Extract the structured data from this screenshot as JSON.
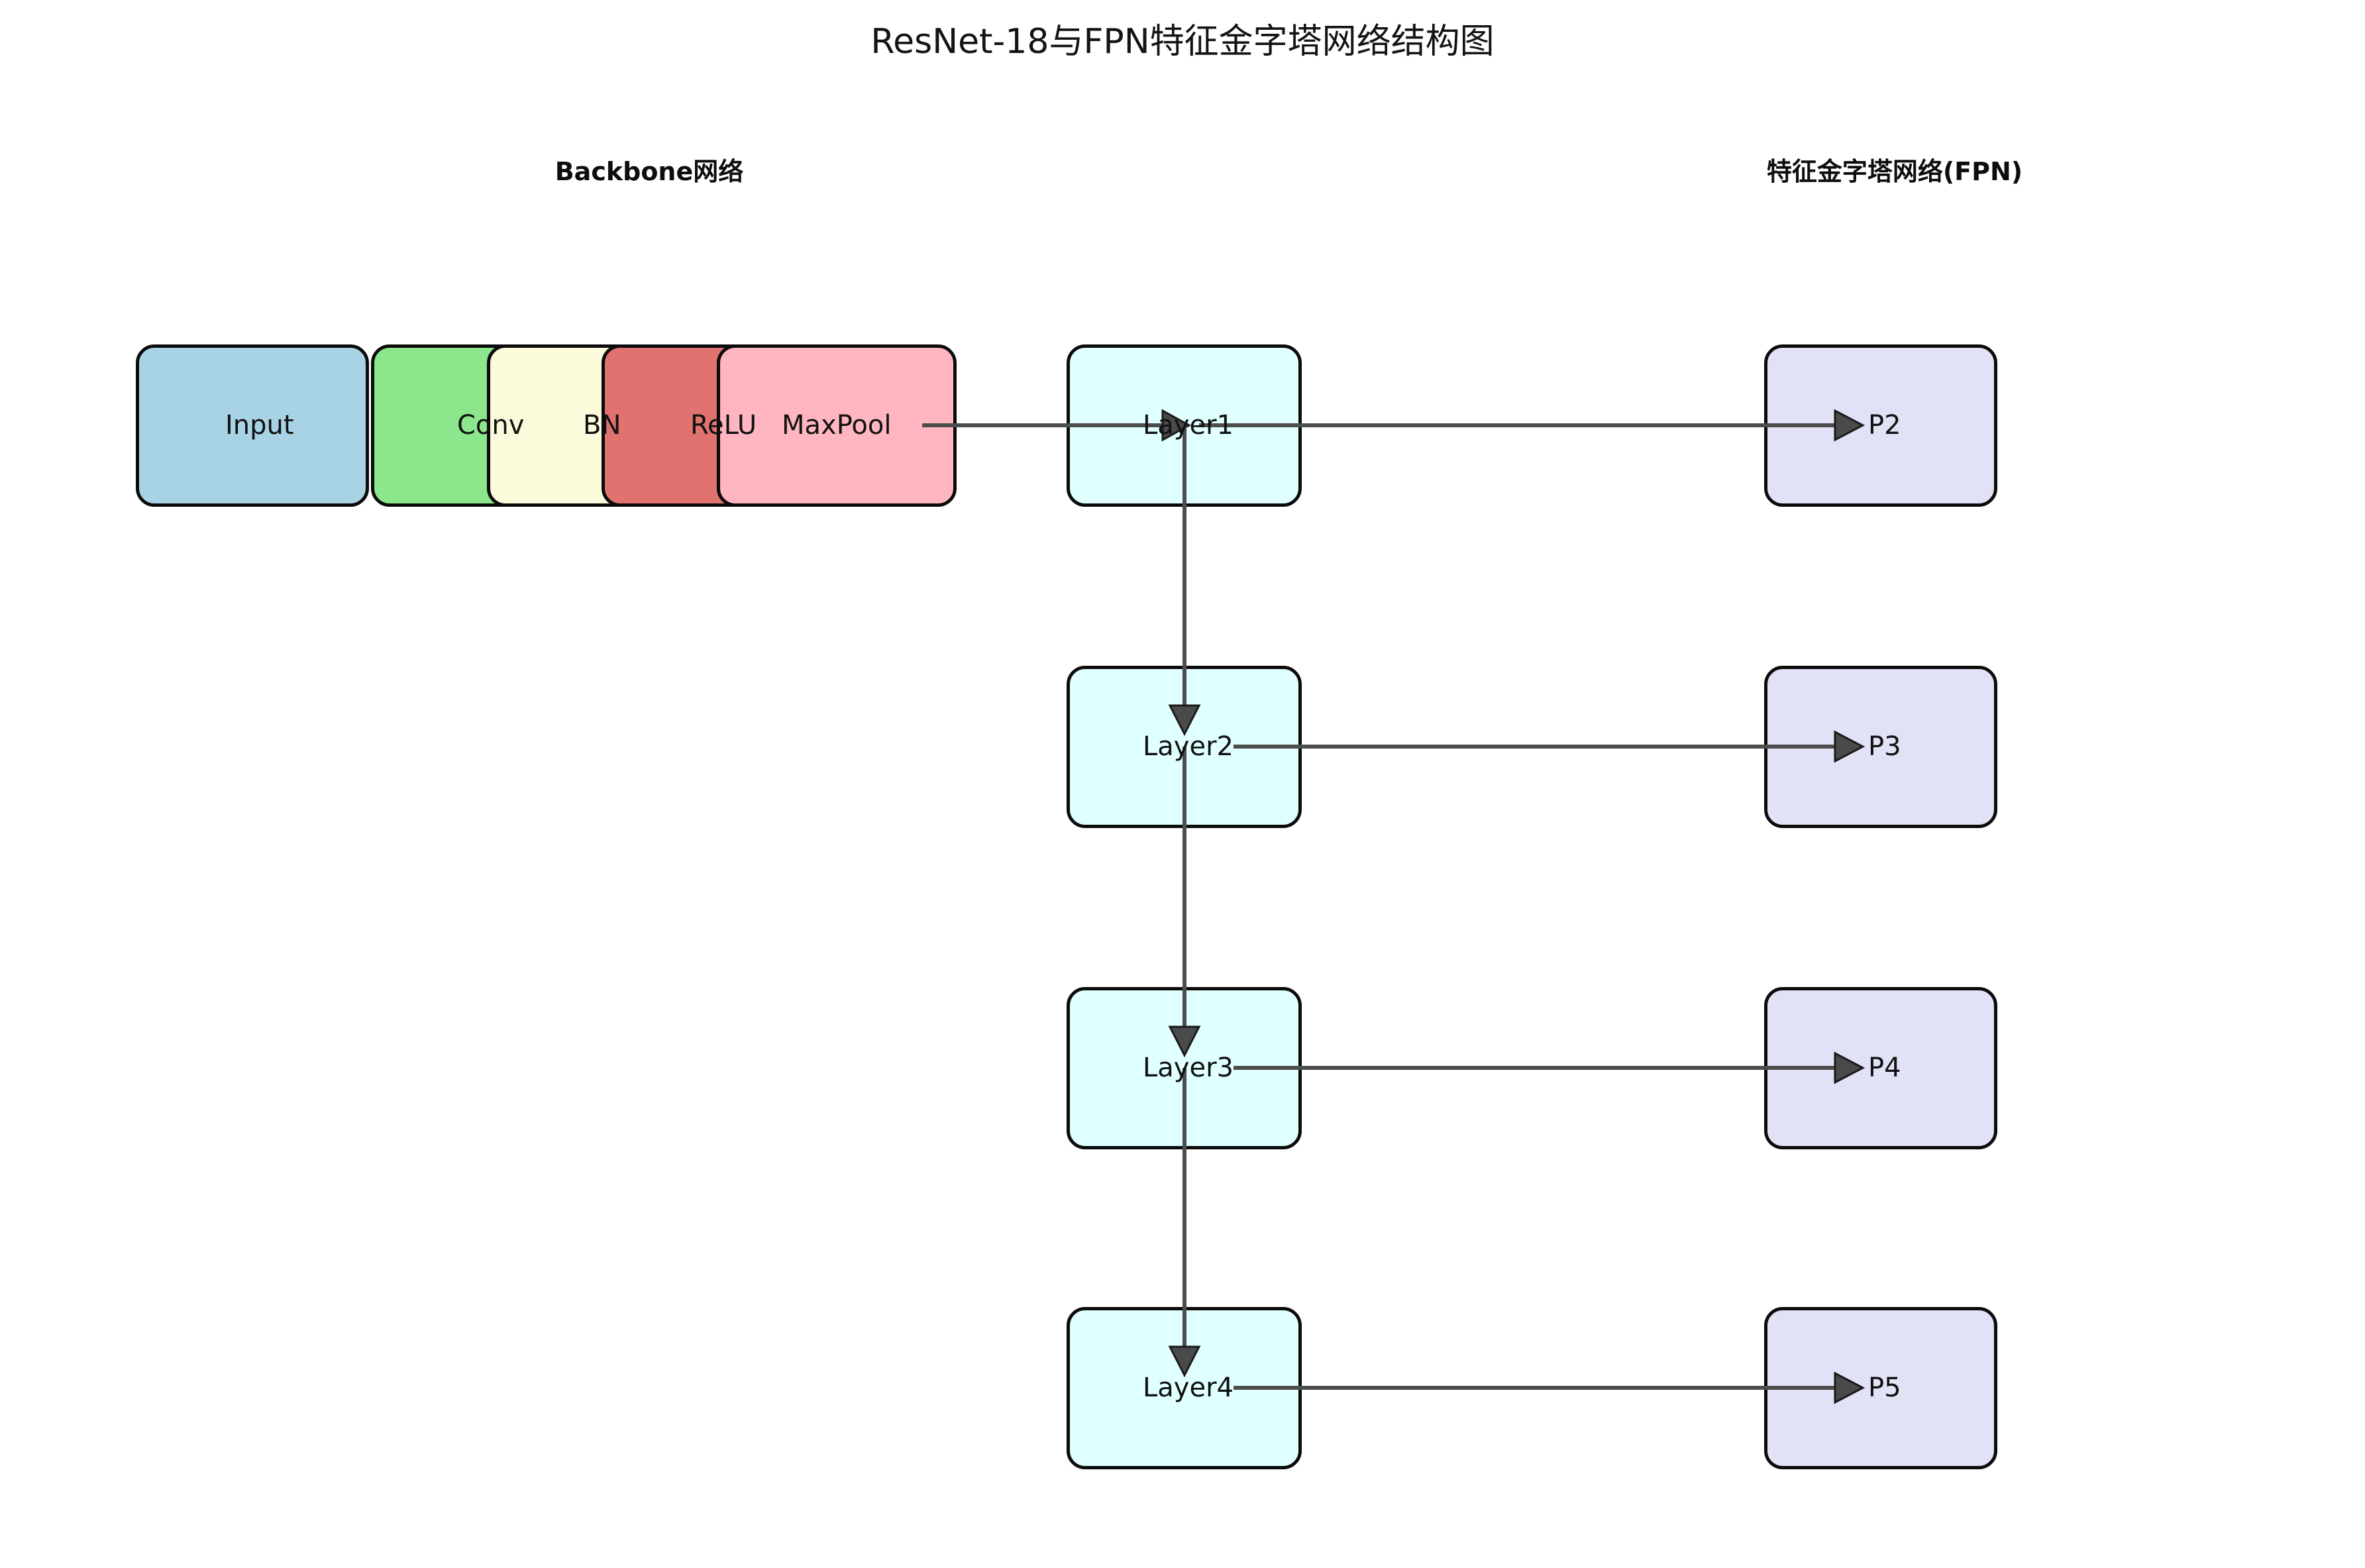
{
  "diagram": {
    "title": "ResNet-18与FPN特征金字塔网络结构图",
    "sections": {
      "backbone_label": "Backbone网络",
      "fpn_label": "特征金字塔网络(FPN)"
    },
    "backbone_nodes": [
      {
        "id": "input",
        "label": "Input",
        "color": "#a8d3e4"
      },
      {
        "id": "conv",
        "label": "Conv",
        "color": "#8ce68c"
      },
      {
        "id": "bn",
        "label": "BN",
        "color": "#fbfbdc"
      },
      {
        "id": "relu",
        "label": "ReLU",
        "color": "#e0726f"
      },
      {
        "id": "maxpool",
        "label": "MaxPool",
        "color": "#ffb6c1"
      }
    ],
    "layer_nodes": [
      {
        "id": "layer1",
        "label": "Layer1",
        "color": "#e0ffff"
      },
      {
        "id": "layer2",
        "label": "Layer2",
        "color": "#e0ffff"
      },
      {
        "id": "layer3",
        "label": "Layer3",
        "color": "#e0ffff"
      },
      {
        "id": "layer4",
        "label": "Layer4",
        "color": "#e0ffff"
      }
    ],
    "fpn_nodes": [
      {
        "id": "p2",
        "label": "P2",
        "color": "#e2e2f6"
      },
      {
        "id": "p3",
        "label": "P3",
        "color": "#e2e2f6"
      },
      {
        "id": "p4",
        "label": "P4",
        "color": "#e2e2f6"
      },
      {
        "id": "p5",
        "label": "P5",
        "color": "#e2e2f6"
      }
    ],
    "edges": [
      {
        "from": "maxpool",
        "to": "layer1",
        "direction": "horizontal"
      },
      {
        "from": "layer1",
        "to": "layer2",
        "direction": "vertical"
      },
      {
        "from": "layer2",
        "to": "layer3",
        "direction": "vertical"
      },
      {
        "from": "layer3",
        "to": "layer4",
        "direction": "vertical"
      },
      {
        "from": "layer1",
        "to": "p2",
        "direction": "horizontal"
      },
      {
        "from": "layer2",
        "to": "p3",
        "direction": "horizontal"
      },
      {
        "from": "layer3",
        "to": "p4",
        "direction": "horizontal"
      },
      {
        "from": "layer4",
        "to": "p5",
        "direction": "horizontal"
      }
    ],
    "colors": {
      "edge": "#4d4d4d",
      "border": "#0b0b0b",
      "text": "#111111",
      "background": "#ffffff"
    }
  }
}
